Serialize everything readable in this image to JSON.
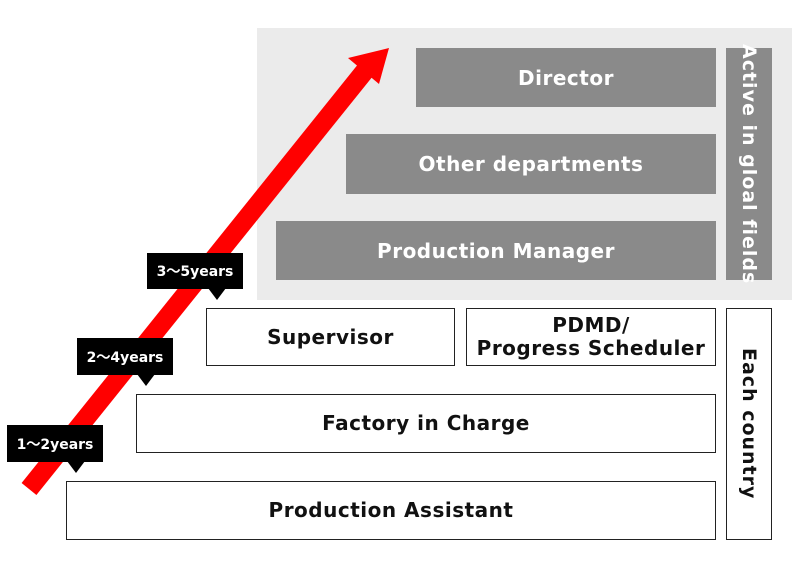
{
  "levels": {
    "director": "Director",
    "other_departments": "Other departments",
    "production_manager": "Production Manager",
    "supervisor": "Supervisor",
    "pdmd_line1": "PDMD/",
    "pdmd_line2": "Progress Scheduler",
    "factory_in_charge": "Factory in Charge",
    "production_assistant": "Production Assistant"
  },
  "side_labels": {
    "global": "Active in gloal fields",
    "country": "Each country"
  },
  "tags": {
    "t1": "1～2years",
    "t2": "2～4years",
    "t3": "3～5years"
  },
  "colors": {
    "arrow": "#ff0000",
    "gray_box": "#8a8a8a",
    "global_background": "#ebebeb",
    "tag": "#000000"
  }
}
